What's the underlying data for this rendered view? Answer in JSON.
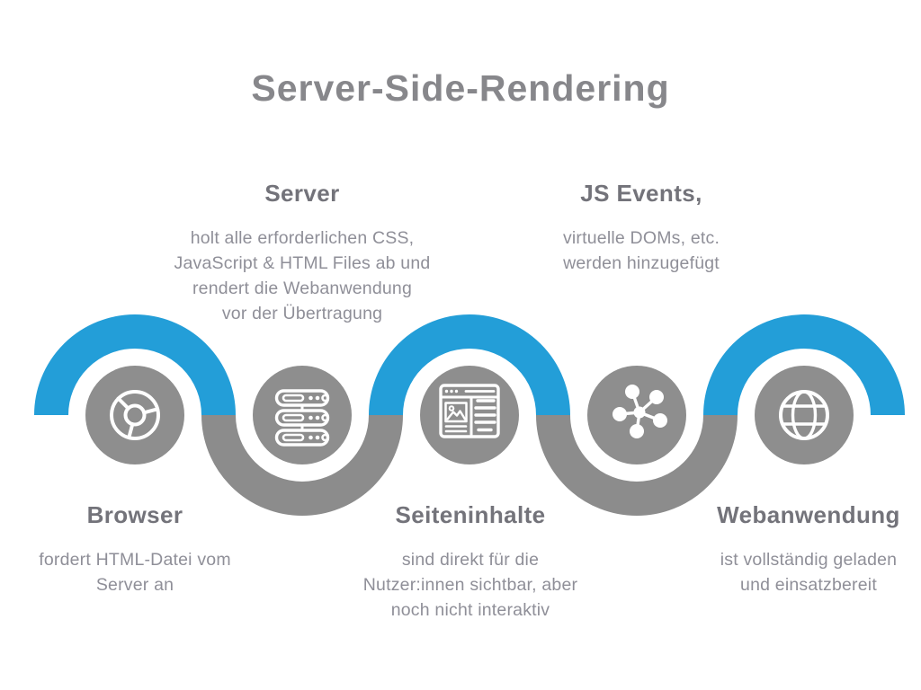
{
  "title": "Server-Side-Rendering",
  "colors": {
    "blue": "#239ED8",
    "gray": "#8C8C8C",
    "circle": "#8E8E8E",
    "title": "#87878B",
    "heading": "#73737A",
    "body": "#8F8F98",
    "bg": "#FFFFFF",
    "icon": "#FFFFFF"
  },
  "steps": [
    {
      "id": "browser",
      "icon": "chrome-browser-icon",
      "label_position": "bottom",
      "heading": "Browser",
      "lines": [
        "fordert HTML-Datei vom",
        "Server an"
      ]
    },
    {
      "id": "server",
      "icon": "server-rack-icon",
      "label_position": "top",
      "heading": "Server",
      "lines": [
        "holt alle erforderlichen CSS,",
        "JavaScript & HTML Files ab und",
        "rendert die Webanwendung",
        "vor der Übertragung"
      ]
    },
    {
      "id": "seiteninhalte",
      "icon": "webpage-layout-icon",
      "label_position": "bottom",
      "heading": "Seiteninhalte",
      "lines": [
        "sind direkt für die",
        "Nutzer:innen sichtbar, aber",
        "noch nicht interaktiv"
      ]
    },
    {
      "id": "js-events",
      "icon": "network-nodes-icon",
      "label_position": "top",
      "heading": "JS Events,",
      "lines": [
        "virtuelle DOMs, etc.",
        "werden hinzugefügt"
      ]
    },
    {
      "id": "webanwendung",
      "icon": "globe-icon",
      "label_position": "bottom",
      "heading": "Webanwendung",
      "lines": [
        "ist vollständig geladen",
        "und einsatzbereit"
      ]
    }
  ]
}
